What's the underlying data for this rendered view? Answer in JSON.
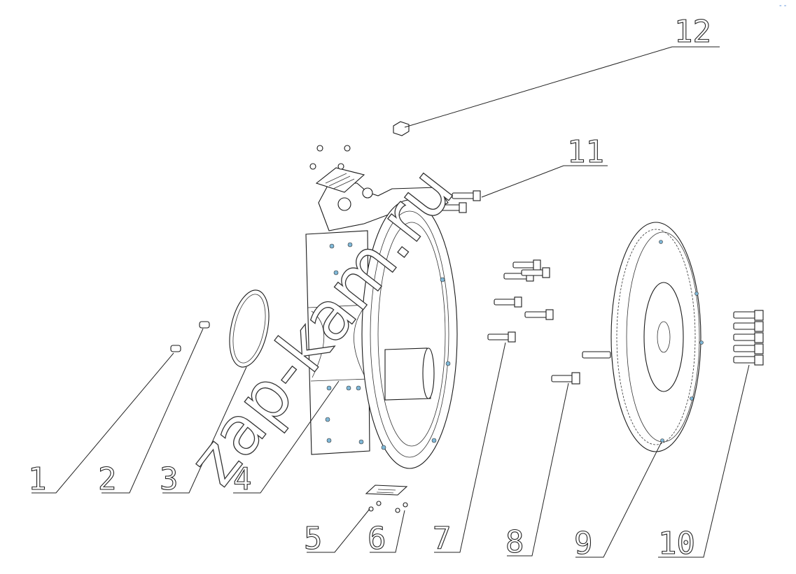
{
  "diagram": {
    "callouts": [
      {
        "id": 1,
        "label": "1"
      },
      {
        "id": 2,
        "label": "2"
      },
      {
        "id": 3,
        "label": "3"
      },
      {
        "id": 4,
        "label": "4"
      },
      {
        "id": 5,
        "label": "5"
      },
      {
        "id": 6,
        "label": "6"
      },
      {
        "id": 7,
        "label": "7"
      },
      {
        "id": 8,
        "label": "8"
      },
      {
        "id": 9,
        "label": "9"
      },
      {
        "id": 10,
        "label": "10"
      },
      {
        "id": 11,
        "label": "11"
      },
      {
        "id": 12,
        "label": "12"
      }
    ],
    "watermark": "zap-kam.ru",
    "corner_mark": "- -"
  },
  "colors": {
    "line": "#222222",
    "hole_accent": "#7fb8d8",
    "corner_mark": "#3a7bd5"
  }
}
